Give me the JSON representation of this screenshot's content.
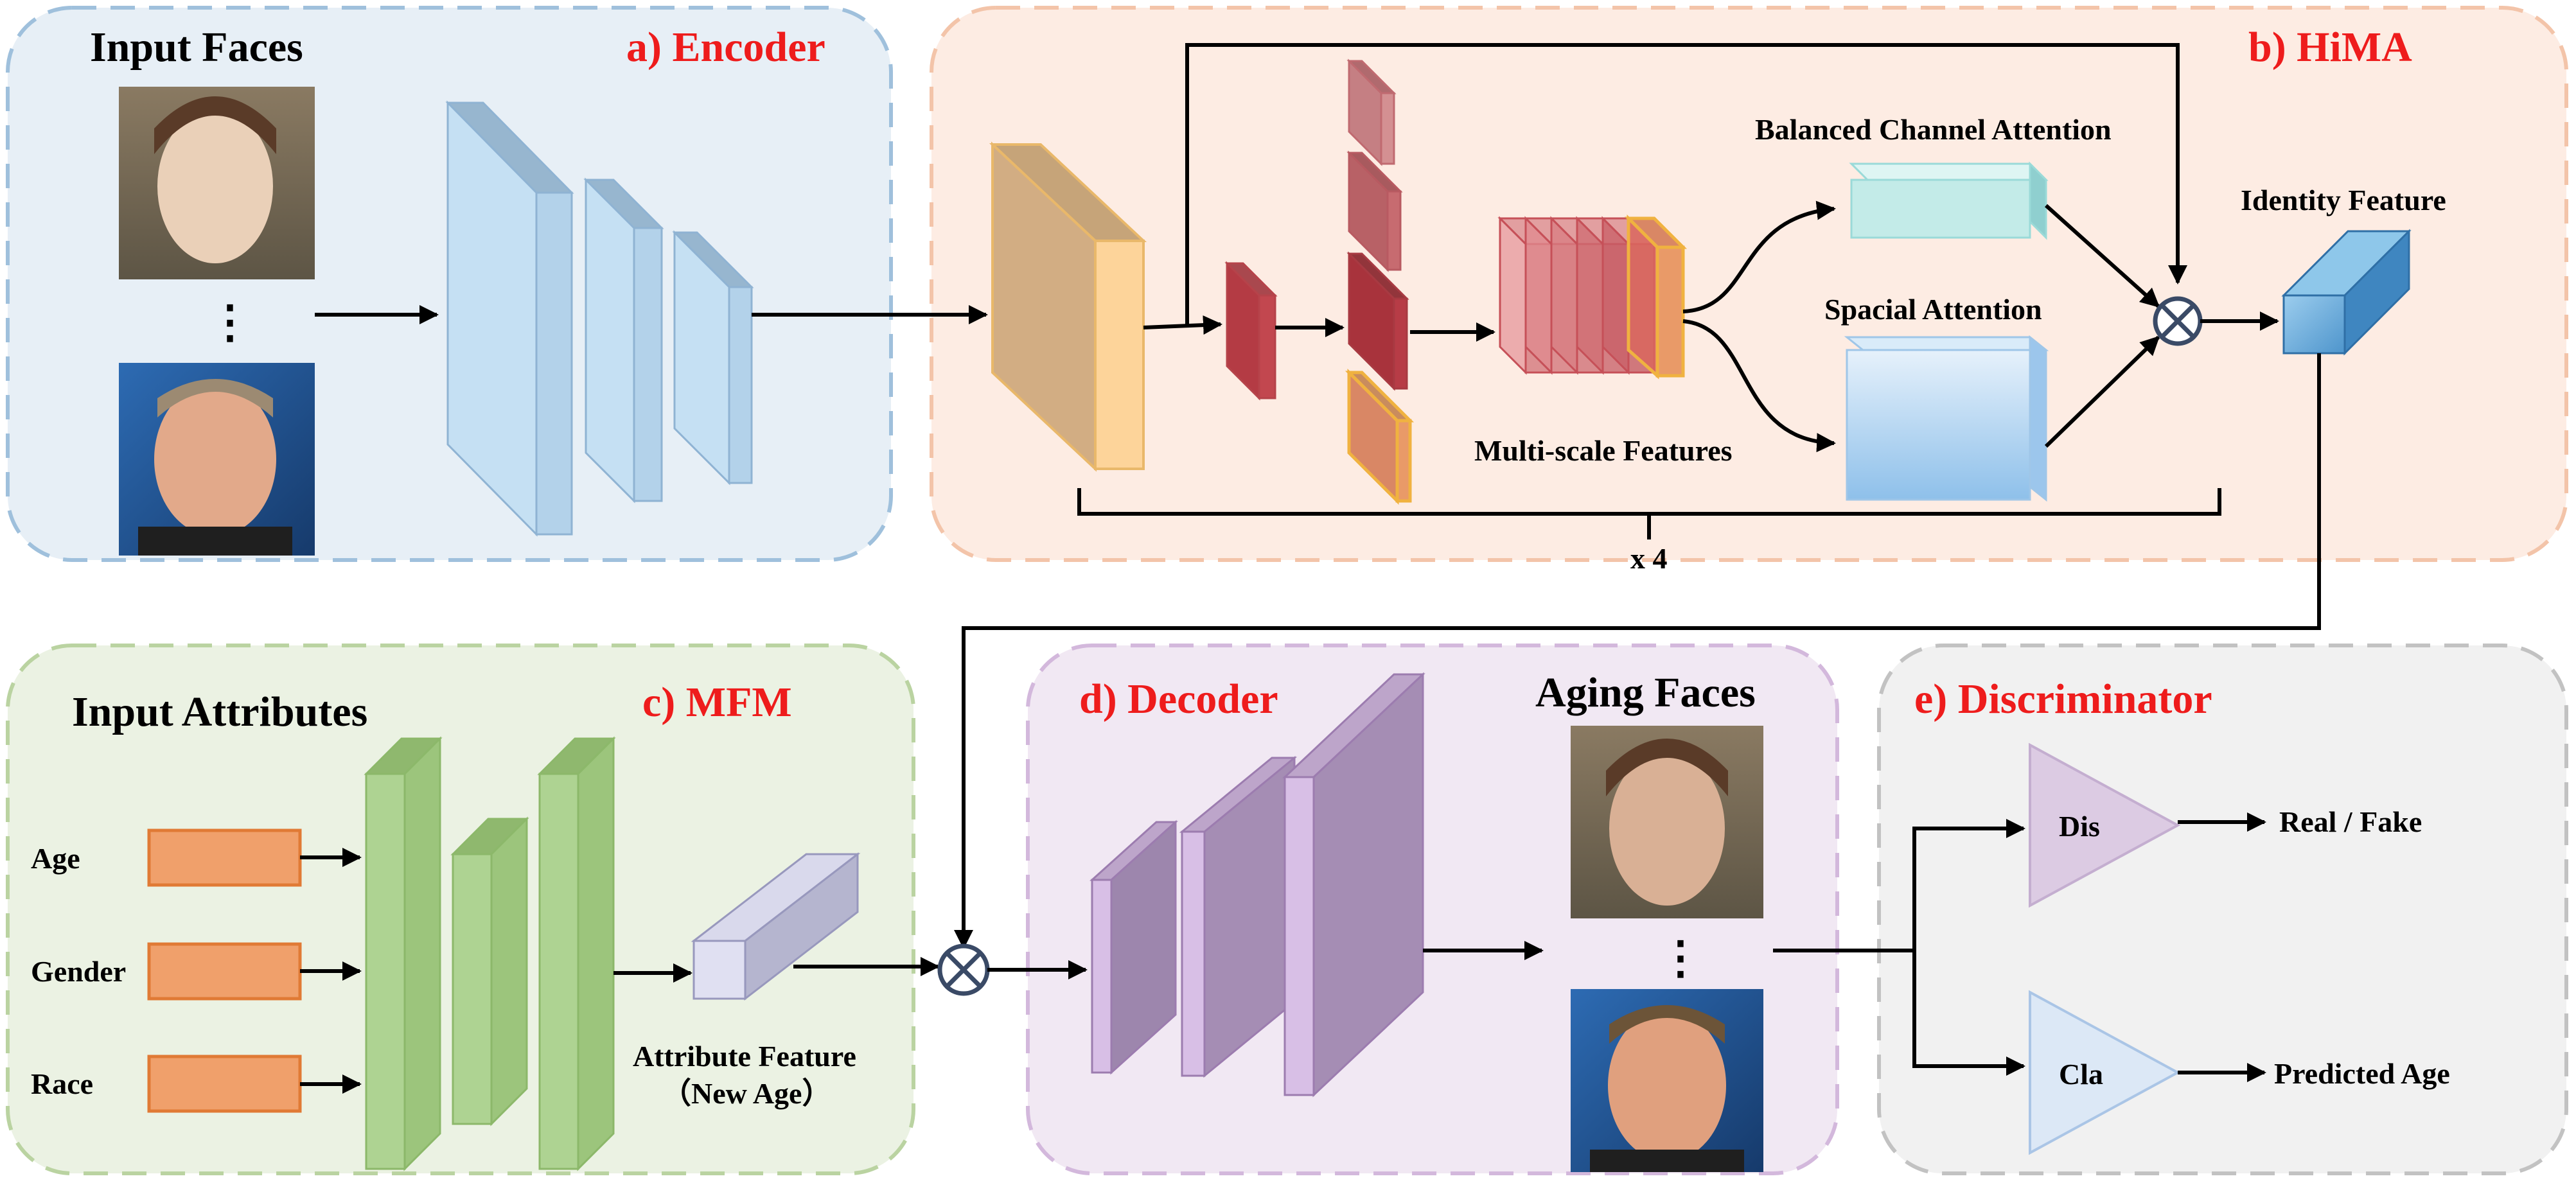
{
  "encoder": {
    "title": "Input Faces",
    "section": "a) Encoder"
  },
  "hima": {
    "section": "b) HiMA",
    "balanced_channel_attention": "Balanced Channel Attention",
    "spacial_attention": "Spacial Attention",
    "multi_scale_features": "Multi-scale Features",
    "repeat": "x 4",
    "identity_feature": "Identity Feature"
  },
  "mfm": {
    "title": "Input Attributes",
    "section": "c) MFM",
    "inputs": [
      "Age",
      "Gender",
      "Race"
    ],
    "output_line1": "Attribute Feature",
    "output_line2": "（New Age）"
  },
  "decoder": {
    "section": "d) Decoder",
    "output": "Aging Faces"
  },
  "discriminator": {
    "section": "e) Discriminator",
    "dis": "Dis",
    "cla": "Cla",
    "dis_out": "Real / Fake",
    "cla_out": "Predicted Age"
  },
  "colors": {
    "encoder_bg": "#e7eff6",
    "encoder_border": "#9fc0dc",
    "hima_bg": "#fdece3",
    "hima_border": "#f3c4a9",
    "mfm_bg": "#ebf2e3",
    "mfm_border": "#bad3a1",
    "decoder_bg": "#f1e8f3",
    "decoder_border": "#d3b8dc",
    "disc_bg": "#f1f1f1",
    "disc_border": "#c2c2c2",
    "section_title": "#ee1c1c"
  }
}
